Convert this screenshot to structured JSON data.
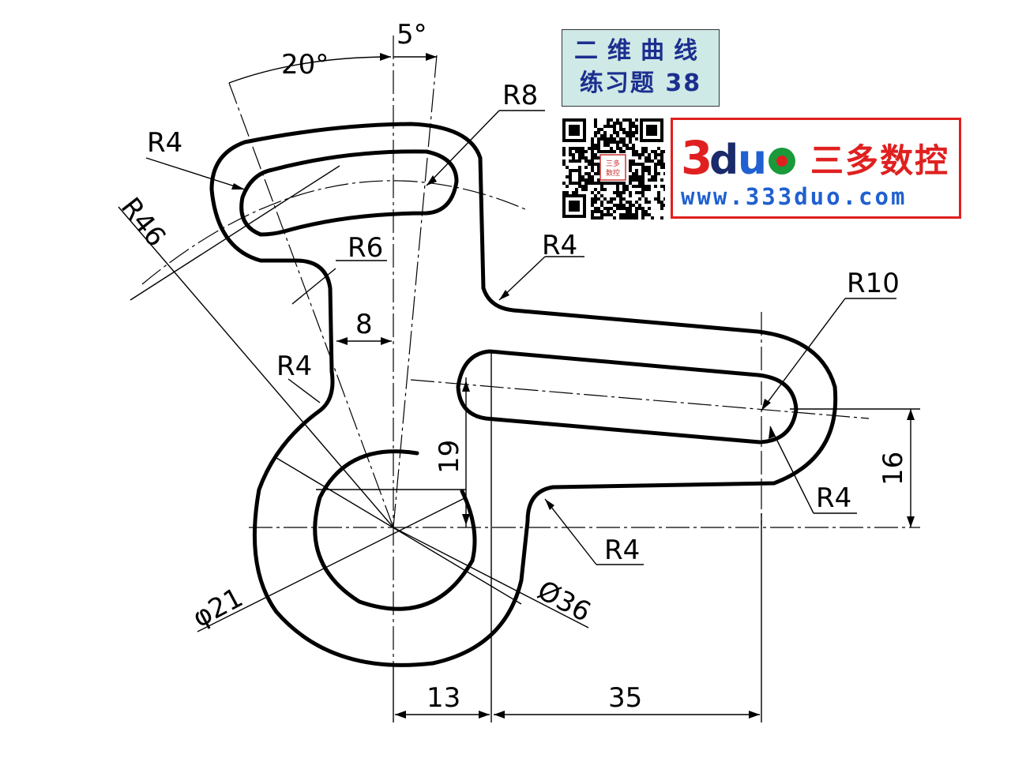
{
  "title": {
    "line1": "二维曲线",
    "line2": "练习题 38"
  },
  "brand": {
    "logo_text": "3duo",
    "name_cn": "三多数控",
    "url": "www.333duo.com",
    "qr_center_text": "三多数控",
    "colors": {
      "red": "#e02020",
      "blue": "#2060d0",
      "title_text": "#1c2f8f",
      "title_bg": "#cfe9e6",
      "green": "#1a9a3a"
    }
  },
  "dimensions": {
    "angle_5": "5°",
    "angle_20": "20°",
    "r8": "R8",
    "r4_top_left": "R4",
    "r46": "R46",
    "r6": "R6",
    "r4_right_step": "R4",
    "r10": "R10",
    "dim_8": "8",
    "r4_left_neck": "R4",
    "dim_19": "19",
    "dim_16": "16",
    "r4_slot_end": "R4",
    "r4_bottom": "R4",
    "dia_21": "φ21",
    "dia_36": "Ø36",
    "dim_13": "13",
    "dim_35": "35"
  }
}
